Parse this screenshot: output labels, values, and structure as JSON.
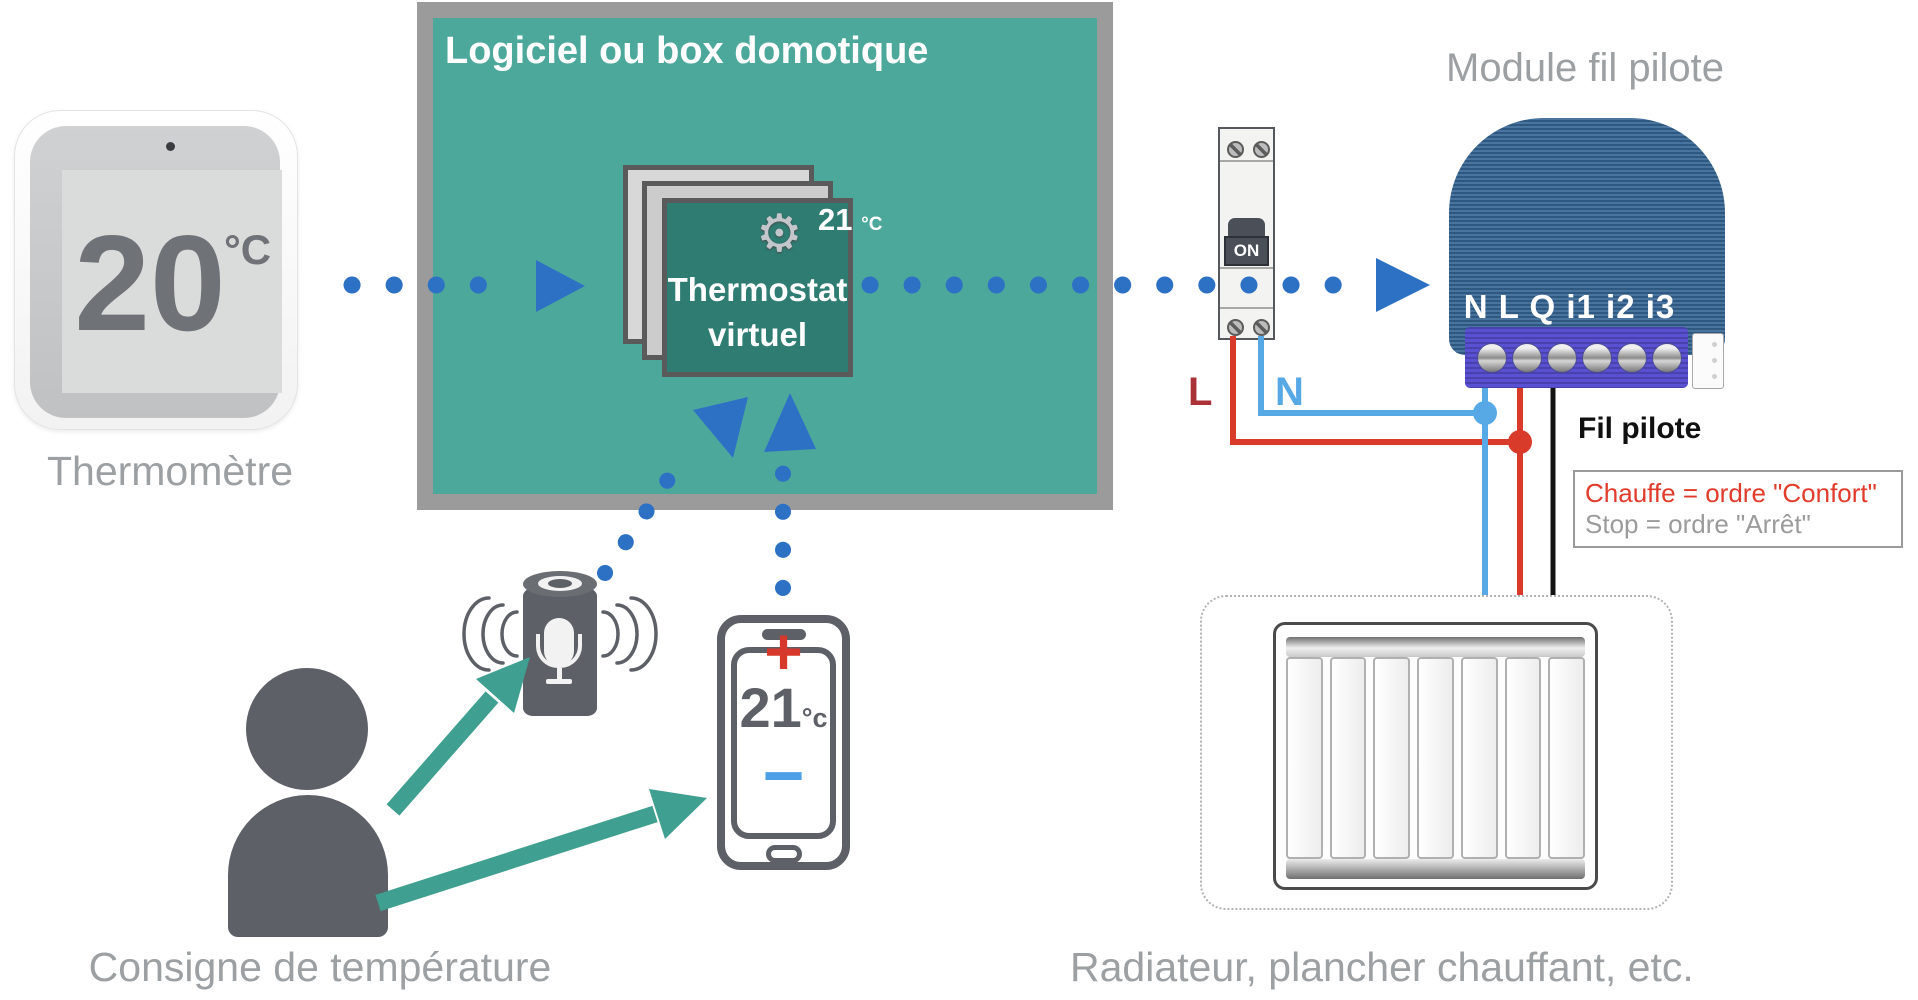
{
  "colors": {
    "box_teal": "#4da89c",
    "card_teal": "#2e7c72",
    "signal_blue": "#2d71c5",
    "action_teal": "#3f9f90",
    "wire_live_red": "#d93b2b",
    "wire_neutral_blue": "#57a9e5",
    "wire_pilot_black": "#101010",
    "label_live_red": "#a93137",
    "note_red": "#e03b2b",
    "muted_gray": "#9da0a2",
    "device_gray": "#5d6066",
    "module_blue": "#3a6a97",
    "terminal_purple": "#5a50d2"
  },
  "thermometer": {
    "value": "20",
    "unit": "°C",
    "caption": "Thermomètre"
  },
  "domotique_box": {
    "title": "Logiciel ou box domotique",
    "card": {
      "gear_icon": "⚙",
      "temp": "21",
      "unit": "°C",
      "label": "Thermostat virtuel"
    }
  },
  "breaker": {
    "switch_label": "ON"
  },
  "module": {
    "title": "Module fil pilote",
    "terminals": [
      "N",
      "L",
      "Q",
      "i1",
      "i2",
      "i3"
    ]
  },
  "wiring": {
    "live_label": "L",
    "neutral_label": "N",
    "pilot_label": "Fil pilote"
  },
  "note": {
    "line1": "Chauffe = ordre \"Confort\"",
    "line2": "Stop = ordre \"Arrêt\""
  },
  "phone": {
    "plus": "+",
    "temp": "21",
    "unit": "°c",
    "minus": "−"
  },
  "captions": {
    "setpoint": "Consigne de température",
    "heater": "Radiateur, plancher chauffant, etc."
  }
}
